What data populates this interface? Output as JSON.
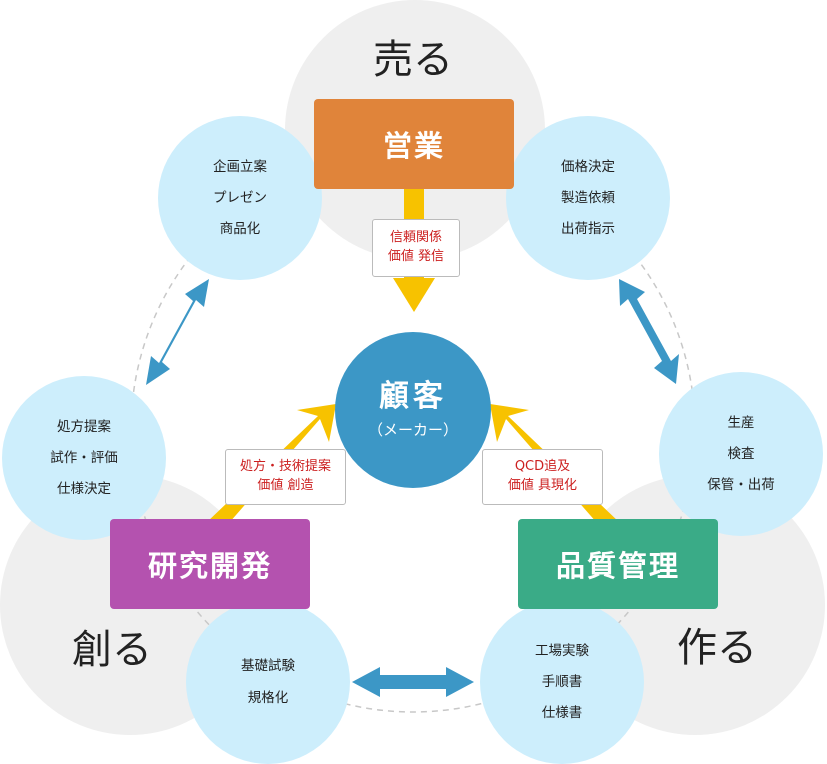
{
  "sell": {
    "verb": "売る",
    "dept": "営業",
    "tasks": [
      "企画立案",
      "プレゼン",
      "商品化"
    ],
    "tasks2": [
      "価格決定",
      "製造依頼",
      "出荷指示"
    ],
    "note": [
      "信頼関係",
      "価値 発信"
    ]
  },
  "create": {
    "verb": "創る",
    "dept": "研究開発",
    "tasks": [
      "処方提案",
      "試作・評価",
      "仕様決定"
    ],
    "tasks2": [
      "基礎試験",
      "規格化"
    ],
    "note": [
      "処方・技術提案",
      "価値 創造"
    ]
  },
  "make": {
    "verb": "作る",
    "dept": "品質管理",
    "tasks": [
      "生産",
      "検査",
      "保管・出荷"
    ],
    "tasks2": [
      "工場実験",
      "手順書",
      "仕様書"
    ],
    "note": [
      "QCD追及",
      "価値 具現化"
    ]
  },
  "customer": {
    "title": "顧客",
    "subtitle": "（メーカー）"
  },
  "colors": {
    "sales": "#e0843a",
    "rnd": "#b452af",
    "qc": "#3aab87",
    "customer": "#3c97c6",
    "bubble": "#cdeefc",
    "arrow_yellow": "#f7c200",
    "arrow_blue": "#3c97c6",
    "note_text": "#cc1f1f",
    "big_circle": "#efefef"
  }
}
